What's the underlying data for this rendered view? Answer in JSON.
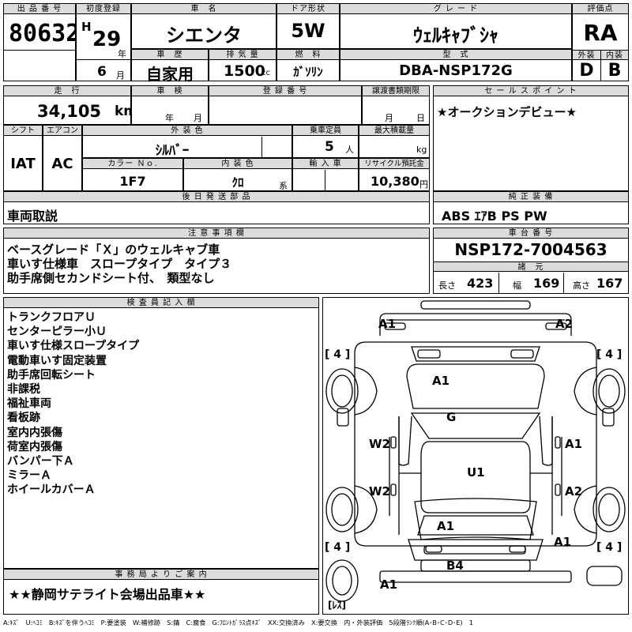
{
  "header": {
    "lot_label": "出 品 番 号",
    "lot_number": "80632",
    "first_reg_label": "初度登録",
    "era": "H",
    "year": "29",
    "year_unit": "年",
    "month": "6",
    "month_unit": "月",
    "car_name_label": "車　名",
    "car_name": "シエンタ",
    "doors_label": "ドア形状",
    "doors": "5W",
    "grade_label": "グ レ ー ド",
    "grade": "ｳｪﾙｷｬﾌﾞｼｬ",
    "score_label": "評価点",
    "score": "RA",
    "history_label": "車　歴",
    "history": "自家用",
    "displacement_label": "排 気 量",
    "displacement": "1500",
    "displacement_unit": "cc",
    "fuel_label": "燃　料",
    "fuel": "ｶﾞｿﾘﾝ",
    "model_label": "型　式",
    "model": "DBA-NSP172G",
    "exterior_label": "外装",
    "exterior": "D",
    "interior_label": "内装",
    "interior": "B"
  },
  "details": {
    "mileage_label": "走　行",
    "mileage": "34,105",
    "mileage_unit": "km",
    "shaken_label": "車　検",
    "shaken_year_unit": "年",
    "shaken_month_unit": "月",
    "reg_no_label": "登 録 番 号",
    "transfer_label": "譲渡書類期限",
    "transfer_month_unit": "月",
    "transfer_day_unit": "日",
    "shift_label": "シフト",
    "shift": "IAT",
    "ac_label": "エアコン",
    "ac": "AC",
    "color_label": "外 装 色",
    "color": "ｼﾙﾊﾞｰ",
    "capacity_label": "乗車定員",
    "capacity": "5",
    "capacity_unit": "人",
    "load_label": "最大積載量",
    "load_unit": "kg",
    "color_no_label": "カラー Ｎｏ.",
    "color_no": "1F7",
    "int_color_label": "内 装 色",
    "int_color": "ｸﾛ",
    "int_color_unit": "系",
    "import_label": "輸 入 車",
    "recycle_label": "リサイクル預託金",
    "recycle": "10,380",
    "recycle_unit": "円",
    "rear_label": "後 日 発 送 部 品",
    "rear_text": "車両取説"
  },
  "sales_point": {
    "label": "セ ー ル ス ポ イ ン ト",
    "text": "★オークションデビュー★"
  },
  "equipment": {
    "label": "純 正 装 備",
    "text": "ABS ｴｱB PS PW"
  },
  "notes": {
    "label": "注 意 事 項 欄",
    "lines": [
      "ベースグレード「Ｘ」のウェルキャブ車",
      "車いす仕様車　スロープタイプ　タイプ３",
      "助手席側セカンドシート付、　類型なし"
    ]
  },
  "chassis": {
    "label": "車 台 番 号",
    "number": "NSP172-7004563",
    "spec_label": "諸　元",
    "length_label": "長さ",
    "length": "423",
    "width_label": "幅",
    "width": "169",
    "height_label": "高さ",
    "height": "167"
  },
  "inspector": {
    "label": "検 査 員 記 入 欄",
    "lines": [
      "トランクフロアＵ",
      "センターピラー小Ｕ",
      "車いす仕様スロープタイプ",
      "電動車いす固定装置",
      "助手席回転シート",
      "非課税",
      "福祉車両",
      "看板跡",
      "室内内張傷",
      "荷室内張傷",
      "バンパー下Ａ",
      "ミラーＡ",
      "ホイールカバーＡ"
    ]
  },
  "office": {
    "label": "事 務 局 よ り ご 案 内",
    "text": "★★静岡サテライト会場出品車★★"
  },
  "diagram": {
    "marks": {
      "top_left": "A1",
      "top_right": "A2",
      "hood": "A1",
      "roof": "G",
      "left_front_door": "W2",
      "right_front_door": "A1",
      "cabin": "U1",
      "left_rear_door": "W2",
      "right_rear_door": "A2",
      "rear_glass": "A1",
      "rear_right": "A1",
      "rear_bumper": "B4",
      "bottom_left": "A1"
    },
    "tires": {
      "front_left": "4",
      "front_right": "4",
      "rear_left": "4",
      "rear_right": "4",
      "spare": "ﾚｽ"
    }
  },
  "legend": "A:ｷｽﾞ　U:ﾍｺﾐ　B:ｷｽﾞを伴うﾍｺﾐ　P:要塗装　W:補修跡　S:錆　C:腐食　G:ﾌﾛﾝﾄｶﾞﾗｽ点ｷｽﾞ　XX:交換済み　X:要交換　内・外装評価　5段階ﾗﾝｸ順(A･B･C･D･E)　1"
}
